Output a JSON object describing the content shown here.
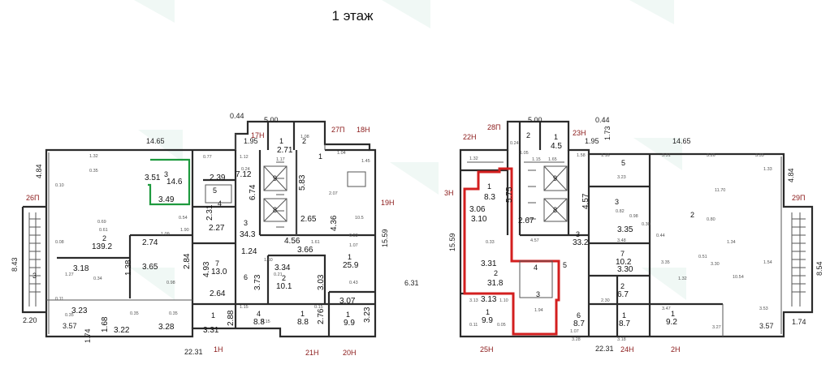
{
  "title": "1 этаж",
  "colors": {
    "walls": "#2b2b2b",
    "labels": "#8b1a1a",
    "highlight_green": "#1e9a3e",
    "highlight_red": "#d31f1f"
  },
  "center_dim": "6.31",
  "left": {
    "tags": {
      "n17": "17Н",
      "p27": "27П",
      "n18": "18Н",
      "p26": "26П",
      "n19": "19Н",
      "n1": "1Н",
      "n21": "21Н",
      "n20": "20Н"
    },
    "dims": {
      "top_44": "0.44",
      "top_500": "5.00",
      "top_195": "1.95",
      "top_1465": "14.65",
      "left_484": "4.84",
      "left_843": "8.43",
      "bl_220": "2.20",
      "bot_357": "3.57",
      "bot_174": "1.74",
      "bot_2231": "22.31",
      "right_1559": "15.59"
    },
    "rooms": [
      {
        "num": "1",
        "area": "2.71"
      },
      {
        "num": "2",
        "area": ""
      },
      {
        "num": "1",
        "area": ""
      },
      {
        "num": "3",
        "area": "14.6"
      },
      {
        "num": "",
        "area": "3.51"
      },
      {
        "num": "",
        "area": "3.49"
      },
      {
        "num": "5",
        "area": "2.39"
      },
      {
        "num": "4",
        "area": "2.27"
      },
      {
        "num": "",
        "area": "2.31"
      },
      {
        "num": "3",
        "area": "34.3"
      },
      {
        "num": "",
        "area": "7.12"
      },
      {
        "num": "",
        "area": "6.74"
      },
      {
        "num": "9",
        "area": ""
      },
      {
        "num": "8",
        "area": ""
      },
      {
        "num": "",
        "area": "2.65"
      },
      {
        "num": "",
        "area": "5.83"
      },
      {
        "num": "2",
        "area": "139.2"
      },
      {
        "num": "",
        "area": "2.74"
      },
      {
        "num": "",
        "area": "3.65"
      },
      {
        "num": "",
        "area": "3.18"
      },
      {
        "num": "",
        "area": "1.38"
      },
      {
        "num": "",
        "area": "2.84"
      },
      {
        "num": "7",
        "area": "13.0"
      },
      {
        "num": "",
        "area": "4.93"
      },
      {
        "num": "",
        "area": "2.64"
      },
      {
        "num": "",
        "area": "3.23"
      },
      {
        "num": "",
        "area": "3.22"
      },
      {
        "num": "",
        "area": "3.28"
      },
      {
        "num": "1",
        "area": "3.31"
      },
      {
        "num": "",
        "area": "2.88"
      },
      {
        "num": "4",
        "area": "8.8"
      },
      {
        "num": "1",
        "area": "8.8"
      },
      {
        "num": "",
        "area": "2.76"
      },
      {
        "num": "2",
        "area": "10.1"
      },
      {
        "num": "",
        "area": "3.34"
      },
      {
        "num": "",
        "area": "3.03"
      },
      {
        "num": "1",
        "area": "25.9"
      },
      {
        "num": "1",
        "area": "9.9"
      },
      {
        "num": "",
        "area": "3.07"
      },
      {
        "num": "",
        "area": "3.23"
      },
      {
        "num": "3",
        "area": ""
      },
      {
        "num": "",
        "area": "4.56"
      },
      {
        "num": "",
        "area": "3.66"
      },
      {
        "num": "",
        "area": "4.36"
      },
      {
        "num": "6",
        "area": "3.73"
      },
      {
        "num": "",
        "area": "1.68"
      },
      {
        "num": "",
        "area": "1.24"
      }
    ]
  },
  "right": {
    "tags": {
      "n22": "22Н",
      "p28": "28П",
      "n23": "23Н",
      "n3": "3Н",
      "p29": "29П",
      "n25": "25Н",
      "n24": "24Н",
      "n2": "2Н"
    },
    "dims": {
      "top_500": "5.00",
      "top_44": "0.44",
      "top_195": "1.95",
      "top_173": "1.73",
      "top_1465": "14.65",
      "right_484": "4.84",
      "right_854": "8.54",
      "left_1559": "15.59",
      "bot_357": "3.57",
      "bot_174": "1.74",
      "bot_2231": "22.31"
    },
    "rooms": [
      {
        "num": "2",
        "area": ""
      },
      {
        "num": "1",
        "area": "4.5"
      },
      {
        "num": "5",
        "area": ""
      },
      {
        "num": "1",
        "area": "8.3"
      },
      {
        "num": "",
        "area": "3.06"
      },
      {
        "num": "",
        "area": "3.10"
      },
      {
        "num": "",
        "area": "5.75"
      },
      {
        "num": "9",
        "area": ""
      },
      {
        "num": "8",
        "area": ""
      },
      {
        "num": "",
        "area": "2.67"
      },
      {
        "num": "3",
        "area": "33.2"
      },
      {
        "num": "2",
        "area": ""
      },
      {
        "num": "3",
        "area": ""
      },
      {
        "num": "",
        "area": "3.31"
      },
      {
        "num": "2",
        "area": "31.8"
      },
      {
        "num": "4",
        "area": ""
      },
      {
        "num": "3",
        "area": ""
      },
      {
        "num": "5",
        "area": ""
      },
      {
        "num": "7",
        "area": "10.2"
      },
      {
        "num": "2",
        "area": "6.7"
      },
      {
        "num": "1",
        "area": "9.9"
      },
      {
        "num": "6",
        "area": "8.7"
      },
      {
        "num": "1",
        "area": "8.7"
      },
      {
        "num": "1",
        "area": "9.2"
      },
      {
        "num": "",
        "area": "3.13"
      },
      {
        "num": "",
        "area": "4.57"
      },
      {
        "num": "",
        "area": "3.35"
      },
      {
        "num": "",
        "area": "3.30"
      }
    ]
  }
}
